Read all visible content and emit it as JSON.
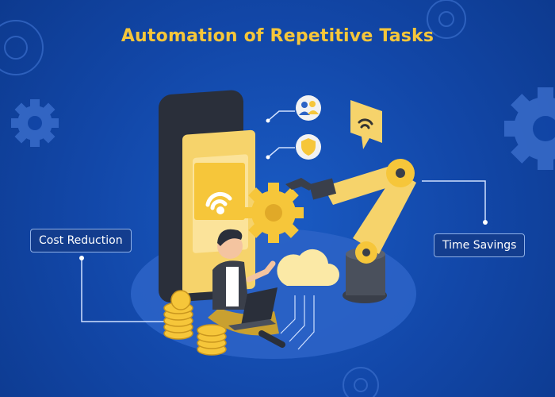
{
  "title": "Automation of Repetitive Tasks",
  "labels": {
    "cost_reduction": "Cost Reduction",
    "time_savings": "Time Savings"
  },
  "colors": {
    "background": "#1247a8",
    "accent_yellow": "#f6c63a",
    "label_bg": "#133d8e",
    "label_border": "#8fb0e6"
  },
  "icons": [
    "gear-icon",
    "users-icon",
    "shield-icon",
    "wifi-icon",
    "cloud-icon",
    "coin-icon",
    "robot-arm-icon",
    "smartphone-icon",
    "laptop-icon"
  ]
}
